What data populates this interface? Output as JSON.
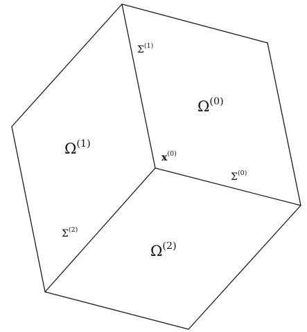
{
  "regions": [
    {
      "id": "omega-1",
      "symbol": "Ω",
      "superscript": "(1)"
    },
    {
      "id": "omega-0",
      "symbol": "Ω",
      "superscript": "(0)"
    },
    {
      "id": "omega-2",
      "symbol": "Ω",
      "superscript": "(2)"
    }
  ],
  "interfaces": [
    {
      "id": "sigma-1",
      "symbol": "Σ",
      "superscript": "(1)"
    },
    {
      "id": "sigma-0",
      "symbol": "Σ",
      "superscript": "(0)"
    },
    {
      "id": "sigma-2",
      "symbol": "Σ",
      "superscript": "(2)"
    }
  ],
  "point": {
    "symbol": "x",
    "superscript": "(0)"
  }
}
